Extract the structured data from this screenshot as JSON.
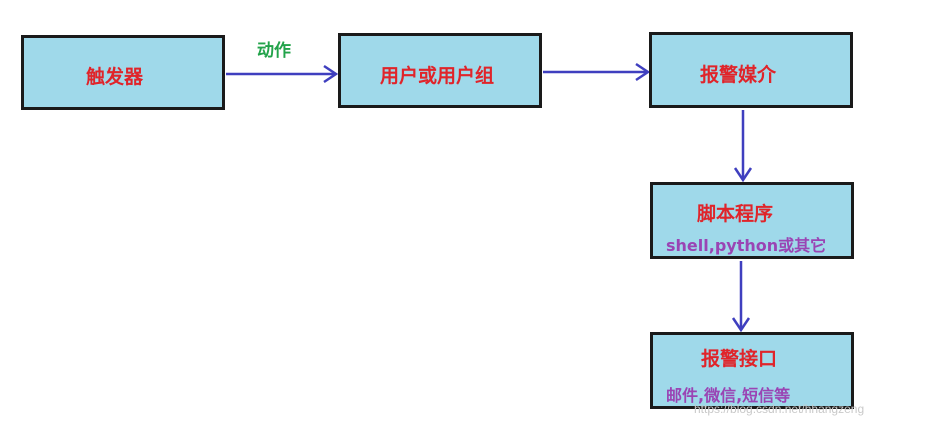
{
  "nodes": {
    "trigger": "触发器",
    "users": "用户或用户组",
    "media": "报警媒介",
    "script": {
      "title": "脚本程序",
      "subtitle": "shell,python或其它"
    },
    "interface": {
      "title": "报警接口",
      "subtitle": "邮件,微信,短信等"
    }
  },
  "edge_labels": {
    "action": "动作"
  },
  "watermark": "https://blog.csdn.net/hhangzeng",
  "colors": {
    "box_fill": "#9fd9ea",
    "box_border": "#1a1a1a",
    "title_text": "#e0242a",
    "subtitle_text": "#9a44b4",
    "edge_label_text": "#22a34a",
    "arrow": "#3f3fbf"
  }
}
